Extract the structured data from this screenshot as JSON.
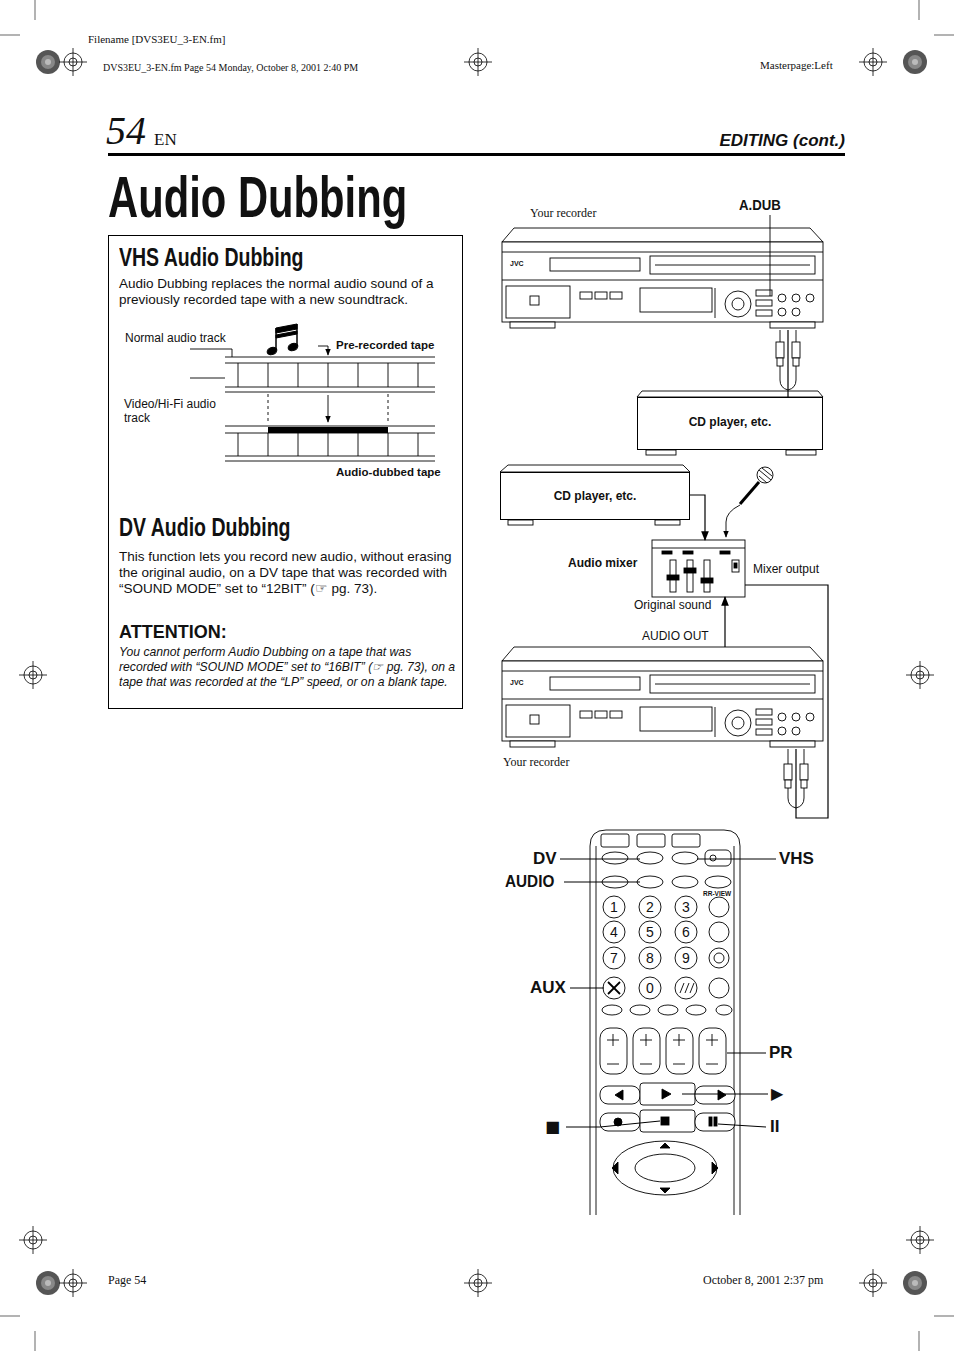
{
  "diagram": {
    "title": "Audio Dubbing",
    "nodes": [
      {
        "text": [
          "VHS Audio Dubbing",
          "Audio Dubbing replaces the normal audio sound of a previously recorded tape with a new soundtrack.",
          "DV Audio Dubbing",
          "This function lets you record new audio, without erasing the original audio, on a DV tape that was recorded with “SOUND MODE” set to “12BIT” (☞ pg. 73).",
          "ATTENTION:",
          "You cannot perform Audio Dubbing on a tape that was recorded with “SOUND MODE” set to “16BIT” (☞ pg. 73), on a tape that was recorded at the “LP” speed, or on a blank tape."
        ]
      },
      {
        "text": [
          "Your recorder",
          "JVC"
        ]
      },
      {
        "text": [
          "CD player, etc."
        ]
      },
      {
        "text": [
          "CD player, etc."
        ]
      },
      {
        "text": [
          "Audio mixer"
        ]
      },
      {
        "text": [
          "Your recorder",
          "JVC"
        ]
      }
    ],
    "edges": [
      {
        "from": 2,
        "to": 1,
        "arrow": "none"
      },
      {
        "from": 3,
        "to": 4,
        "arrow": "to"
      },
      {
        "from": 5,
        "to": 4,
        "arrow": "to"
      },
      {
        "from": 4,
        "to": 5,
        "arrow": "none"
      }
    ],
    "labels": [
      "Filename [DVS3EU_3-EN.fm]",
      "DVS3EU_3-EN.fm Page 54 Monday, October 8, 2001 2:40 PM",
      "Masterpage:Left",
      "54",
      "EN",
      "EDITING (cont.)",
      "Normal audio track",
      "Pre-recorded tape",
      "Video/Hi-Fi audio track",
      "Audio-dubbed tape",
      "A.DUB",
      "Original sound",
      "AUDIO OUT",
      "Mixer output",
      "DV",
      "AUDIO",
      "VHS",
      "AUX",
      "PR",
      "▶",
      "■",
      "II",
      "1",
      "2",
      "3",
      "4",
      "5",
      "6",
      "7",
      "8",
      "9",
      "0",
      "RR-VIEW",
      "Page 54",
      "October 8, 2001 2:37 pm"
    ]
  }
}
